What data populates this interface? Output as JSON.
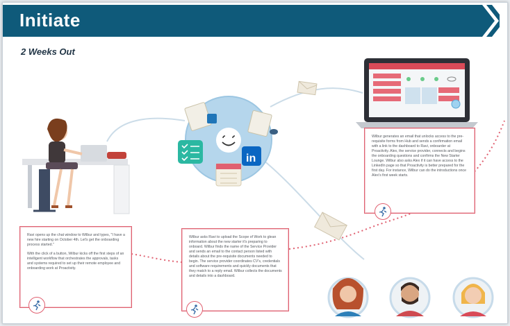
{
  "header": {
    "title": "Initiate",
    "subtitle": "2 Weeks Out"
  },
  "colors": {
    "banner": "#0f5a7a",
    "accent_red": "#e06070",
    "hub": "#b3d7ee",
    "line": "#c9dbe8"
  },
  "icons": [
    "document-icon",
    "checklist-icon",
    "calendar-icon",
    "linkedin-icon",
    "chat-bubble-icon",
    "envelope-icon",
    "laptop-icon",
    "runner-icon",
    "avatar-icon"
  ],
  "cards": [
    {
      "id": "card-left",
      "paragraphs": [
        "Ravi opens up the chat window to Wilbur and types, \"I have a new hire starting on October 4th. Let's get the onboarding process started.\"",
        "With the click of a button, Wilbur kicks off the first steps of an intelligent workflow that orchestrates the approvals, tasks and systems required to set up their remote employee and onboarding work at Proactivity."
      ]
    },
    {
      "id": "card-middle",
      "paragraphs": [
        "Wilbur asks Ravi to upload the Scope of Work to glean information about the new starter it's preparing to onboard. Wilbur finds the name of the Service Provider and sends an email to the contact person listed with details about the pre-requisite documents needed to begin. The service provider coordinates CV's, credentials and software requirements and quickly documents that they match to a reply email. Wilbur collects the documents and details into a dashboard."
      ]
    },
    {
      "id": "card-right",
      "paragraphs": [
        "Wilbur generates an email that unlocks access to the pre-requisite forms from Hub and sends a confirmation email with a link to the dashboard to Ravi, onboarder at Proactivity. Alex, the service provider, connects and begins the onboarding questions and confirms the New Starter Lounge. Wilbur also asks Alex if it can have access to the LinkedIn page so that Proactivity is better prepared for the first day. For instance, Wilbur can do the introductions once Alex's first week starts."
      ]
    }
  ]
}
